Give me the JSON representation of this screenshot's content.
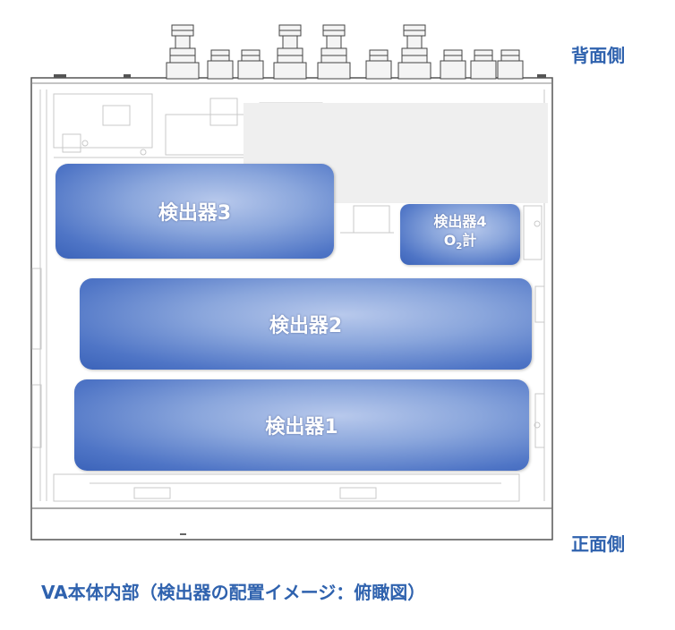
{
  "labels": {
    "back_side": "背面側",
    "front_side": "正面側",
    "caption": "VA本体内部（検出器の配置イメージ：俯瞰図）"
  },
  "detectors": {
    "d3": "検出器3",
    "d2": "検出器2",
    "d1": "検出器1",
    "d4_line1": "検出器4",
    "d4_o": "O",
    "d4_sub": "2",
    "d4_kei": "計"
  },
  "colors": {
    "label_blue": "#2f62ae",
    "detector_dark": "#3b63b9",
    "detector_light": "#b8c9ec"
  }
}
